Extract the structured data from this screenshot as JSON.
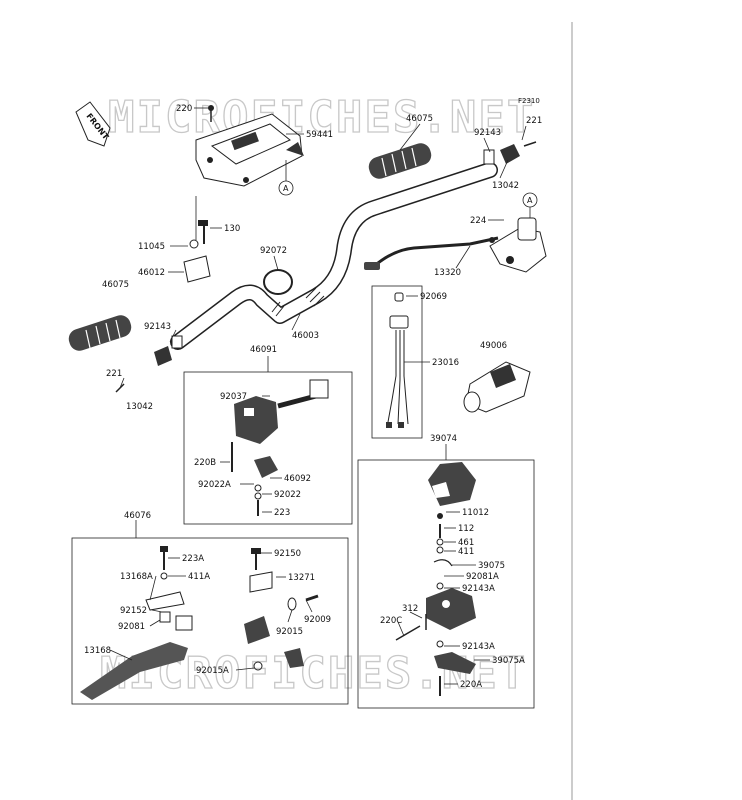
{
  "figure_code": "F2310",
  "front_label": "FRONT",
  "watermark": "MICROFICHES.NET",
  "labels": {
    "p220_top": "220",
    "p59441": "59441",
    "p46075_top": "46075",
    "p92143_top": "92143",
    "p221_top": "221",
    "p13042_top": "13042",
    "p224": "224",
    "p13320": "13320",
    "p130": "130",
    "p11045": "11045",
    "p46012": "46012",
    "p92072": "92072",
    "p46075_left": "46075",
    "p92143_left": "92143",
    "p46003": "46003",
    "p221_left": "221",
    "p13042_left": "13042",
    "p92069": "92069",
    "p23016": "23016",
    "p49006": "49006",
    "p46091": "46091",
    "p92037": "92037",
    "p220B": "220B",
    "p92022A": "92022A",
    "p46092": "46092",
    "p92022": "92022",
    "p223": "223",
    "p39074": "39074",
    "p11012": "11012",
    "p112": "112",
    "p461": "461",
    "p411": "411",
    "p39075": "39075",
    "p92081A": "92081A",
    "p92143A_a": "92143A",
    "p312": "312",
    "p220C": "220C",
    "p92143A_b": "92143A",
    "p39075A": "39075A",
    "p220A": "220A",
    "p46076": "46076",
    "p223A": "223A",
    "p13168A": "13168A",
    "p411A": "411A",
    "p92152": "92152",
    "p92081": "92081",
    "p13168": "13168",
    "p92150": "92150",
    "p13271": "13271",
    "p92009": "92009",
    "p92015": "92015",
    "p92015A": "92015A",
    "ref_a1": "A",
    "ref_a2": "A"
  }
}
